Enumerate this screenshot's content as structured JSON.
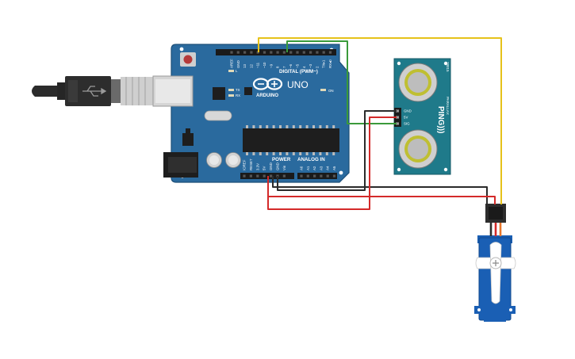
{
  "board": {
    "brand": "ARDUINO",
    "model": "UNO",
    "digital_header_label": "DIGITAL (PWM~)",
    "power_label": "POWER",
    "analog_label": "ANALOG IN",
    "on_label": "ON",
    "tx_label": "TX",
    "rx_label": "RX",
    "l_label": "L",
    "digital_pins": [
      "AREF",
      "GND",
      "13",
      "12",
      "~11",
      "~10",
      "~9",
      "8",
      "7",
      "~6",
      "~5",
      "4",
      "~3",
      "2",
      "TX▸1",
      "RX◂0"
    ],
    "power_pins": [
      "IOREF",
      "RESET",
      "3.3V",
      "5V",
      "GND",
      "GND",
      "Vin"
    ],
    "analog_pins": [
      "A0",
      "A1",
      "A2",
      "A3",
      "A4",
      "A5"
    ]
  },
  "sensor": {
    "name": "PING)))",
    "pins": [
      "GND",
      "5V",
      "SIG"
    ],
    "vendor_line1": "PARALLAX",
    "vendor_line2": "28015"
  },
  "colors": {
    "board": "#2a6a9e",
    "board_edge": "#1d4f78",
    "sensor_board": "#1f7a8a",
    "servo": "#1a5fb4",
    "wire_yellow": "#e6c21a",
    "wire_green": "#3a9a3a",
    "wire_black": "#2b2b2b",
    "wire_red": "#d42a2a",
    "wire_orange": "#e8762b"
  }
}
